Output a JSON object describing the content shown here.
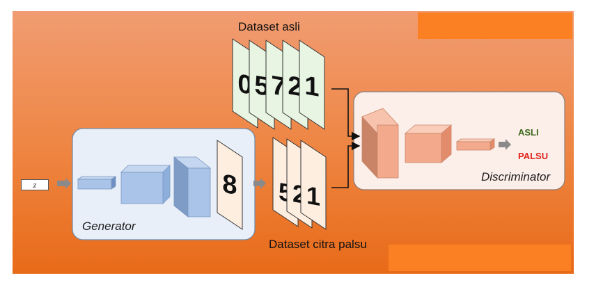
{
  "labels": {
    "real_dataset": "Dataset asli",
    "fake_dataset": "Dataset citra palsu",
    "generator": "Generator",
    "discriminator": "Discriminator",
    "noise": "z"
  },
  "outputs": {
    "real": {
      "text": "ASLI",
      "color": "#3f6b1f"
    },
    "fake": {
      "text": "PALSU",
      "color": "#e0221b"
    }
  },
  "real_digits": [
    "0",
    "5",
    "7",
    "2",
    "1"
  ],
  "fake_digits": [
    "8",
    "5",
    "2",
    "1"
  ],
  "colors": {
    "background_light": "#f19a6b",
    "background_dark": "#e96c1a",
    "accent_patch": "#fb7f23",
    "generator_panel": "#e8eff9",
    "discriminator_panel": "#fcefe9",
    "real_card": "#e7f5e2",
    "fake_card": "#fdeee0",
    "generator_block": "#9fbce3",
    "discriminator_block": "#f3a98c",
    "arrow": "#8a8a8a"
  }
}
